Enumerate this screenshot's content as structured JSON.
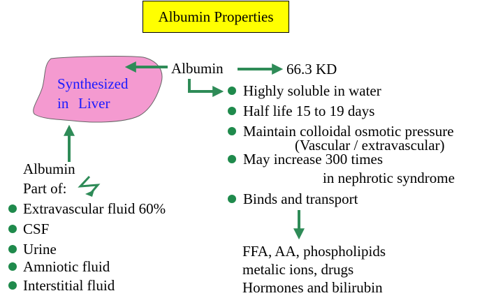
{
  "title": "Albumin Properties",
  "center_label": "Albumin",
  "molecular_weight": "66.3 KD",
  "liver": {
    "line1": "Synthesized",
    "line2a": "in",
    "line2b": "Liver"
  },
  "properties": [
    "Highly soluble in water",
    "Half life 15 to 19 days",
    "Maintain colloidal osmotic pressure",
    "(Vascular / extravascular)",
    "May increase 300 times",
    "in nephrotic syndrome",
    "Binds and transport"
  ],
  "transported": [
    "FFA, AA, phospholipids",
    "metalic ions, drugs",
    "Hormones and bilirubin"
  ],
  "part_of": {
    "label1": "Albumin",
    "label2": "Part of:",
    "items": [
      "Extravascular fluid 60%",
      "CSF",
      "Urine",
      "Amniotic fluid",
      "Interstitial fluid"
    ]
  },
  "colors": {
    "arrow": "#2e8b57",
    "liver_fill": "#f49ad0",
    "title_bg": "#ffff00",
    "liver_text": "#1a1aff"
  }
}
